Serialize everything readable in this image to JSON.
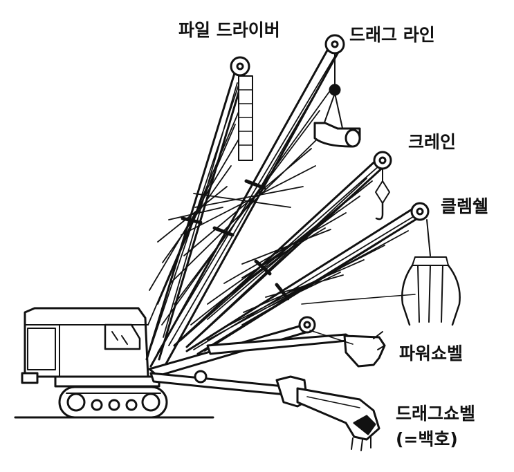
{
  "labels": {
    "pile_driver": "파일 드라이버",
    "drag_line": "드래그 라인",
    "crane": "크레인",
    "clamshell": "클렘쉘",
    "power_shovel": "파워쇼벨",
    "drag_shovel": "드래그쇼벨",
    "drag_shovel_note": "(=백호)"
  },
  "icons": {
    "machine": "crawler-base-machine-icon",
    "pile_driver": "pile-driver-boom-icon",
    "drag_line": "drag-line-bucket-icon",
    "crane": "crane-hook-icon",
    "clamshell": "clamshell-grab-icon",
    "power_shovel": "power-shovel-bucket-icon",
    "drag_shovel": "backhoe-bucket-icon"
  },
  "colors": {
    "ink": "#111111",
    "background": "#ffffff"
  }
}
